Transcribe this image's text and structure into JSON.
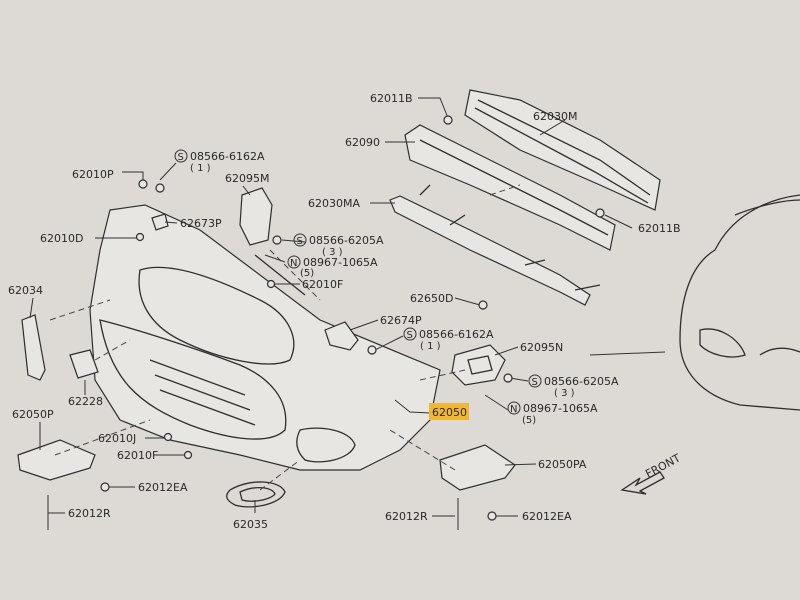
{
  "labels": {
    "p62011B_top": "62011B",
    "p62030M": "62030M",
    "p62090": "62090",
    "p62010P": "62010P",
    "p08566_6162A_top": "08566-6162A",
    "p08566_6162A_top_qty": "( 1 )",
    "p62095M": "62095M",
    "p62030MA": "62030MA",
    "p62011B_right": "62011B",
    "p62673P": "62673P",
    "p62010D": "62010D",
    "p08566_6205A_top": "08566-6205A",
    "p08566_6205A_top_qty": "( 3 )",
    "p08967_1065A_top": "08967-1065A",
    "p08967_1065A_top_qty": "(5)",
    "p62010F_top": "62010F",
    "p62034": "62034",
    "p62650D": "62650D",
    "p62674P": "62674P",
    "p08566_6162A_mid": "08566-6162A",
    "p08566_6162A_mid_qty": "( 1 )",
    "p62095N": "62095N",
    "p08566_6205A_mid": "08566-6205A",
    "p08566_6205A_mid_qty": "( 3 )",
    "p62228": "62228",
    "p62050": "62050",
    "p08967_1065A_mid": "08967-1065A",
    "p08967_1065A_mid_qty": "(5)",
    "p62050P": "62050P",
    "p62010J": "62010J",
    "p62010F_bottom": "62010F",
    "p62050PA": "62050PA",
    "p62012EA_left": "62012EA",
    "p62012R_left": "62012R",
    "p62035": "62035",
    "p62012R_right": "62012R",
    "p62012EA_right": "62012EA",
    "front": "FRONT",
    "s_mark": "S",
    "n_mark": "N"
  },
  "colors": {
    "background": "#ddd9d4",
    "highlight": "#f2b635",
    "ink": "#2e2e2e"
  }
}
